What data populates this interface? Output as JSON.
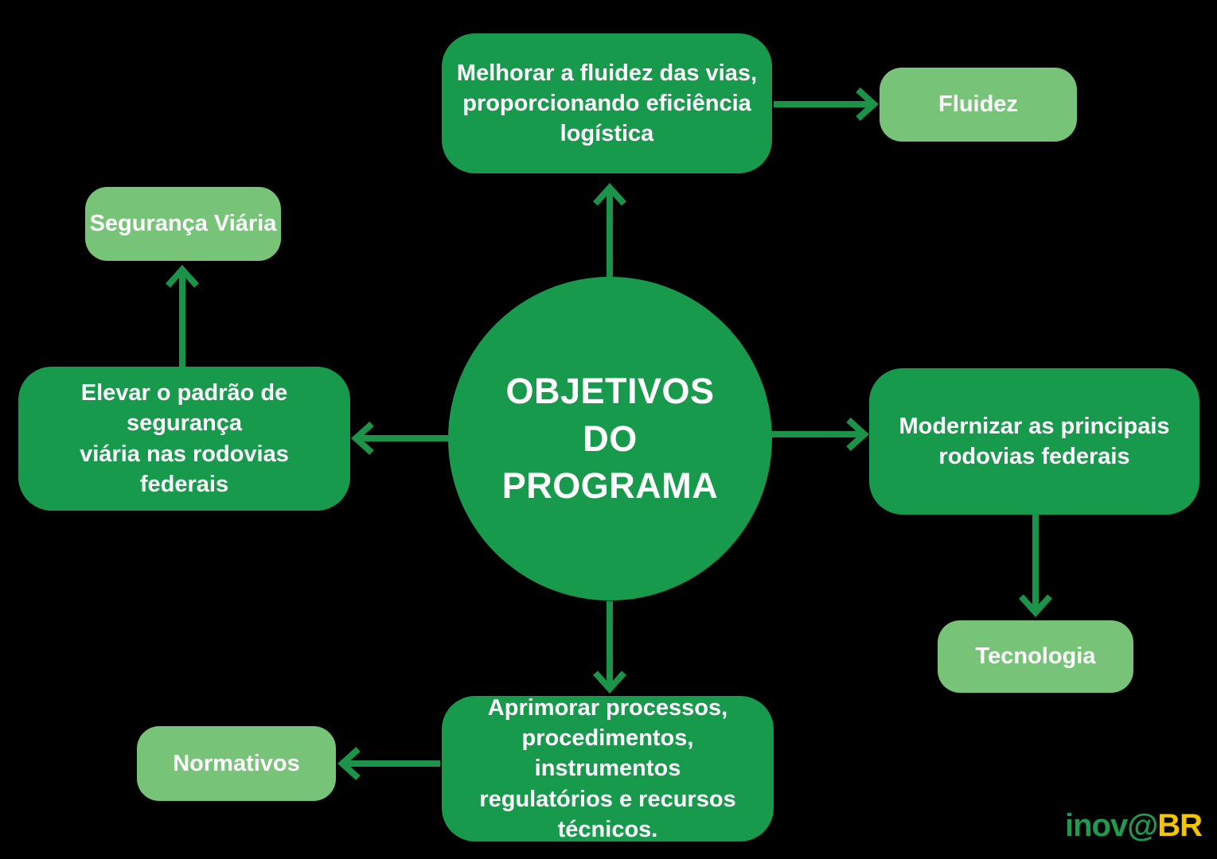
{
  "colors": {
    "background": "#000000",
    "dark_green": "#189A4D",
    "light_green": "#77C478",
    "arrow_green": "#1B9449",
    "text_white": "#FFFFFF",
    "logo_green": "#1E9B4F",
    "logo_yellow": "#F5C400"
  },
  "center": {
    "title": "OBJETIVOS\nDO\nPROGRAMA"
  },
  "objectives": {
    "top": {
      "text": "Melhorar a fluidez das vias,\nproporcionando eficiência\nlogística"
    },
    "left": {
      "text": "Elevar o padrão de segurança\nviária nas rodovias federais"
    },
    "right": {
      "text": "Modernizar as principais\nrodovias federais"
    },
    "bottom": {
      "text": "Aprimorar processos,\nprocedimentos, instrumentos\nregulatórios e recursos\ntécnicos."
    }
  },
  "tags": {
    "fluidez": "Fluidez",
    "seguranca_viaria": "Segurança Viária",
    "normativos": "Normativos",
    "tecnologia": "Tecnologia"
  },
  "logo": {
    "part_green": "inov@",
    "part_yellow": "BR"
  }
}
